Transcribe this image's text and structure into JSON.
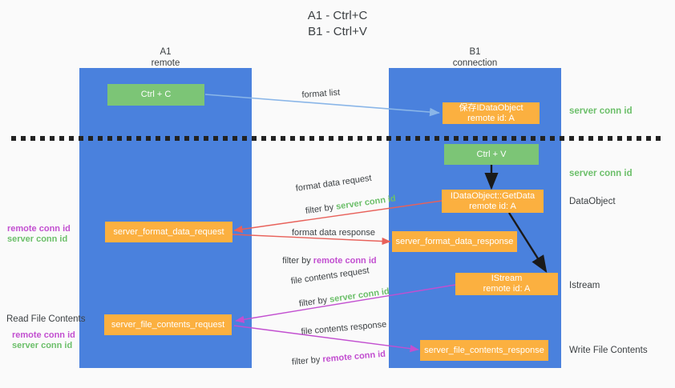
{
  "title": "A1 - Ctrl+C\nB1 - Ctrl+V",
  "columns": {
    "left": {
      "name": "A1",
      "sub": "remote",
      "header": "A1\nremote",
      "color": "#4a81dd"
    },
    "right": {
      "name": "B1",
      "sub": "connection",
      "header": "B1\nconnection",
      "color": "#4a81dd"
    }
  },
  "colors": {
    "column_blue": "#4a81dd",
    "node_orange": "#fbb040",
    "node_green": "#7cc576",
    "server_conn_green": "#6cbf6a",
    "remote_conn_purple": "#c24fd0",
    "arrow_lightblue": "#8ab6e8",
    "arrow_red": "#e8615a",
    "arrow_magenta": "#c24fd0",
    "arrow_black": "#1a1a1a",
    "page_bg": "#fafafa"
  },
  "nodes": {
    "ctrl_c": {
      "label": "Ctrl + C",
      "style": "green"
    },
    "save_idataobject": {
      "label": "保存IDataObject\nremote id: A",
      "style": "orange"
    },
    "ctrl_v": {
      "label": "Ctrl + V",
      "style": "green"
    },
    "getdata": {
      "label": "IDataObject::GetData\nremote id: A",
      "style": "orange"
    },
    "server_format_data_request": {
      "label": "server_format_data_request",
      "style": "orange"
    },
    "server_format_data_response": {
      "label": "server_format_data_response",
      "style": "orange"
    },
    "istream": {
      "label": "IStream\nremote id: A",
      "style": "orange"
    },
    "server_file_contents_request": {
      "label": "server_file_contents_request",
      "style": "orange"
    },
    "server_file_contents_response": {
      "label": "server_file_contents_response",
      "style": "orange"
    }
  },
  "right_labels": {
    "server_conn_id_1": "server conn id",
    "server_conn_id_2": "server conn id",
    "dataobject": "DataObject",
    "istream": "Istream",
    "write_file_contents": "Write File Contents"
  },
  "left_labels": {
    "remote_conn_id_1": "remote conn id",
    "server_conn_id_1": "server conn id",
    "read_file_contents": "Read File Contents",
    "remote_conn_id_2": "remote conn id",
    "server_conn_id_2": "server conn id"
  },
  "edges": [
    {
      "id": "format-list",
      "label": "format list",
      "filter_prefix": "",
      "filter_value": "",
      "color": "#8ab6e8"
    },
    {
      "id": "format-data-request",
      "label": "format data request",
      "filter_prefix": "filter by ",
      "filter_value": "server conn id",
      "filter_color": "green",
      "color": "#e8615a"
    },
    {
      "id": "format-data-response",
      "label": "format data response",
      "filter_prefix": "filter by ",
      "filter_value": "remote conn id",
      "filter_color": "purple",
      "color": "#e8615a"
    },
    {
      "id": "file-contents-request",
      "label": "file contents request",
      "filter_prefix": "filter by ",
      "filter_value": "server conn id",
      "filter_color": "green",
      "color": "#c24fd0"
    },
    {
      "id": "file-contents-response",
      "label": "file contents response",
      "filter_prefix": "filter by ",
      "filter_value": "remote conn id",
      "filter_color": "purple",
      "color": "#c24fd0"
    }
  ],
  "edge_text": {
    "format_list": "format list",
    "format_data_request": "format data request",
    "format_data_request_filter_prefix": "filter by ",
    "format_data_request_filter_value": "server conn id",
    "format_data_response": "format data response",
    "format_data_response_filter_prefix": "filter by ",
    "format_data_response_filter_value": "remote conn id",
    "file_contents_request": "file contents request",
    "file_contents_request_filter_prefix": "filter by ",
    "file_contents_request_filter_value": "server conn id",
    "file_contents_response": "file contents response",
    "file_contents_response_filter_prefix": "filter by ",
    "file_contents_response_filter_value": "remote conn id"
  }
}
